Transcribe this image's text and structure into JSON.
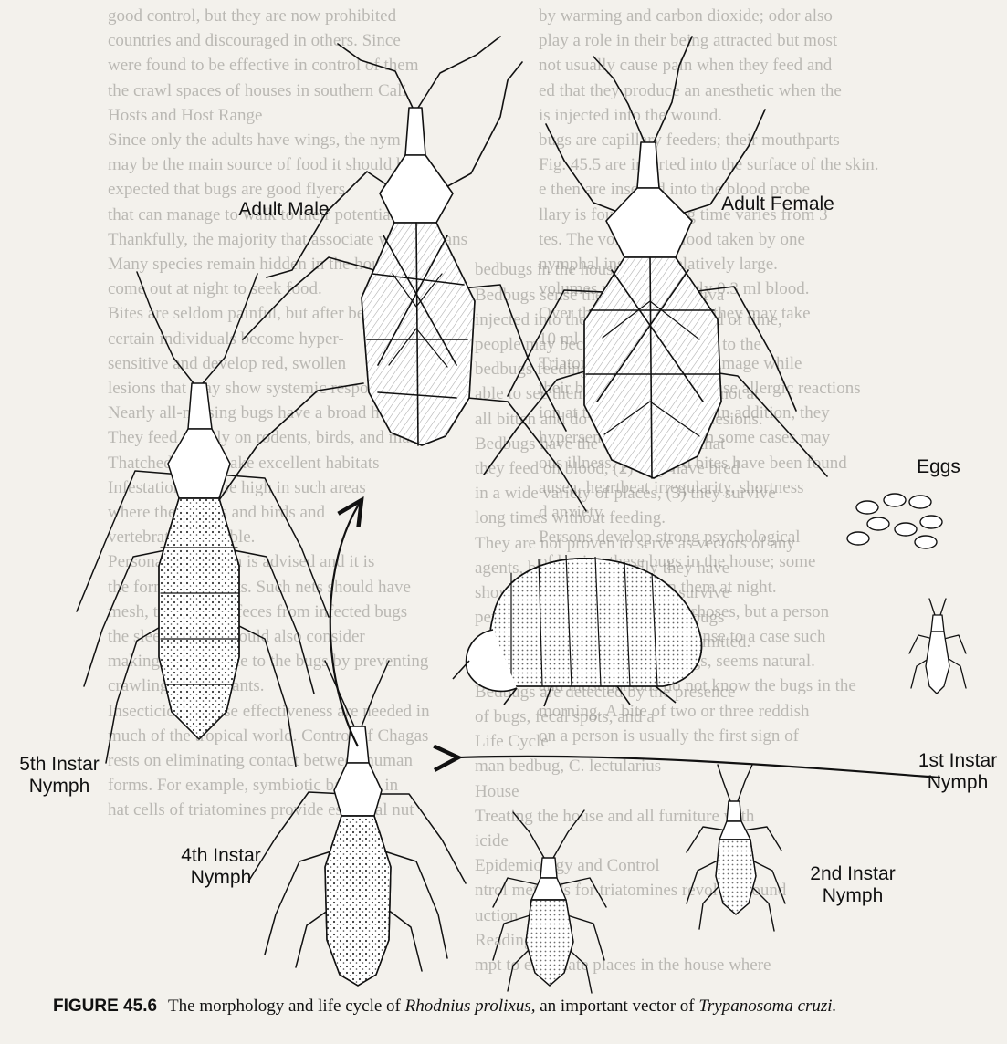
{
  "labels": {
    "adult_male": "Adult Male",
    "adult_female": "Adult Female",
    "eggs": "Eggs",
    "fifth_instar": [
      "5th Instar",
      "Nymph"
    ],
    "fourth_instar": [
      "4th Instar",
      "Nymph"
    ],
    "second_instar": [
      "2nd Instar",
      "Nymph"
    ],
    "first_instar": [
      "1st Instar",
      "Nymph"
    ]
  },
  "caption": {
    "figure": "FIGURE 45.6",
    "text_before": "The morphology and life cycle of",
    "species": "Rhodnius prolixus,",
    "text_middle": "an important vector of",
    "parasite": "Trypanosoma cruzi."
  },
  "background_text": [
    "good control, but they are now prohibited",
    "countries and discouraged in others. Since",
    "were found to be effective in control of them",
    "the crawl spaces of houses in southern Cali",
    "Hosts and Host Range",
    "Since only the adults have wings, the nym",
    "may be the main source of food it should be",
    "expected that bugs are good flyers",
    "that can manage to walk to their potential",
    "Thankfully, the majority that associate with humans",
    "Many species remain hidden in the house",
    "come out at night to seek food.",
    "Bites are seldom painful, but after being",
    "certain individuals become hyper-",
    "sensitive and develop red, swollen",
    "lesions that may show systemic response",
    "Nearly all-missing bugs have a broad host range.",
    "They feed readily on rodents, birds, and man.",
    "Thatched roofs make excellent habitats",
    "Infestation may be high in such areas",
    "where these bugs and birds and",
    "vertebrates available.",
    "Personal protection is advised and it is",
    "the form of bed nets. Such nets should have",
    "mesh, tops so that feces from infected bugs",
    "the sleeper. One should also consider",
    "making inaccessible to the bugs by preventing",
    "crawling to occupants.",
    "Insecticides whose effectiveness are needed in",
    "much of the tropical world. Control of Chagas",
    "rests on eliminating contact between human",
    "forms. For example, symbiotic bacteria in",
    "hat cells of triatomines provide essential nut",
    "by warming and carbon dioxide; odor also",
    "play a role in their being attracted but most",
    "not usually cause pain when they feed and",
    "ed that they produce an anesthetic when the",
    "is injected into the wound.",
    "bugs are capillary feeders; their mouthparts",
    "Fig. 45.5 are inserted into the surface of the skin.",
    "e then are inserted into the blood probe",
    "llary is found. Feeding time varies from 3",
    "tes. The volume of blood taken by one",
    "nymphal instars is relatively large.",
    "volumes may take nearly 0.3 ml blood.",
    "Over the life of a female they may take",
    "10 ml of vertebrate blood.",
    "Triatomines cause little damage while",
    "their bites are likely to cause allergic reactions",
    "ion at the site of feeding. In addition, they",
    "hypersensitivity which in some cases may",
    "ous illness; prolonged bites have been found",
    "ausea, heartbeat irregularity, shortness",
    "d anxiety.",
    "Persons develop strong psychological",
    "of having these bugs in the house; some",
    "come out to feed on them at night.",
    "have been termed psychoses, but a person",
    "feeling emotional response to a case such",
    "to worry about bed bugs, seems natural.",
    "and most persons do not know the bugs in the",
    "morning. A bite of two or three reddish",
    "on a person is usually the first sign of",
    "bedbugs in the house.",
    "Bedbugs sense the host to the saliva",
    "injected into the skin. Over a period of time,",
    "people may become hypersensitive to the",
    "bedbugs feeding. Some persons are",
    "able to see them; some persons are not at",
    "all bitten and do not develop skin lesions.",
    "Bedbugs have the characteristic that",
    "they feed on blood, (2) they have bred",
    "in a wide variety of places, (3) they survive",
    "long times without feeding.",
    "They are not proven to serve as vectors of any",
    "agents, but experimentally they have",
    "shown that some agents may survive",
    "period of time in the gut of the bugs",
    "do not replicate and are not transmitted.",
    "Epidemiology",
    "Bedbugs are detected by the presence",
    "of bugs, fecal spots, and a",
    "Life Cycle",
    "man bedbug, C. lectularius",
    "House",
    "Treating the house and all furniture with",
    "icide",
    "Epidemiology and Control",
    "ntrol methods for triatomines revolve around",
    "uction",
    "Readings",
    "mpt to eliminate places in the house where"
  ]
}
